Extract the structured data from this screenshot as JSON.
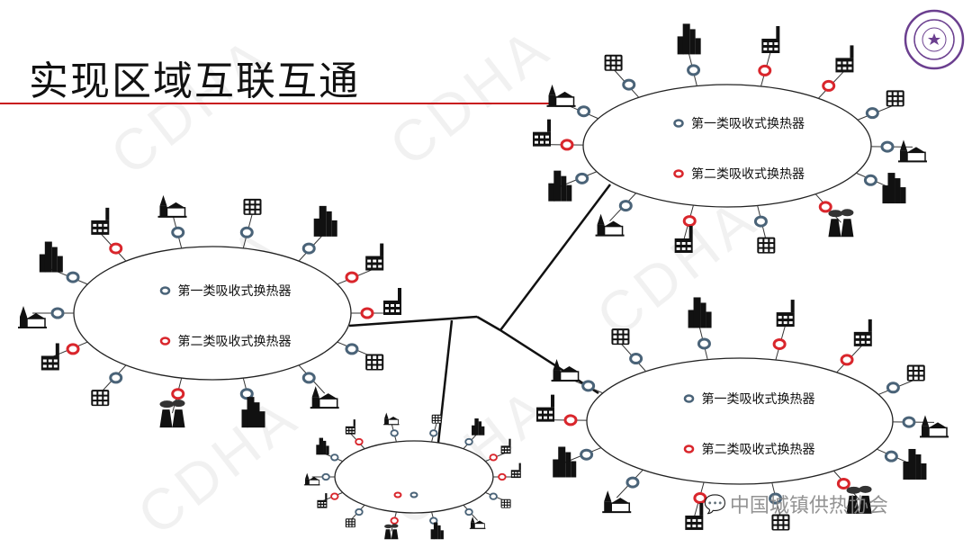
{
  "title": "实现区域互联互通",
  "watermark": "CDHA",
  "wechat_watermark": "中国城镇供热协会",
  "colors": {
    "accent_red": "#c8161d",
    "marker_blue": "#4a6378",
    "marker_red": "#d9262c",
    "logo_purple": "#6b3f8f"
  },
  "legend": {
    "type1": "第一类吸收式换热器",
    "type2": "第二类吸收式换热器"
  },
  "networks": [
    {
      "id": "left",
      "show_labels": true,
      "nodes": [
        {
          "icon": "church",
          "marker": "blue"
        },
        {
          "icon": "skyscraper",
          "marker": "blue"
        },
        {
          "icon": "factory",
          "marker": "red"
        },
        {
          "icon": "church",
          "marker": "blue"
        },
        {
          "icon": "apartment",
          "marker": "blue"
        },
        {
          "icon": "skyscraper",
          "marker": "blue"
        },
        {
          "icon": "factory",
          "marker": "red"
        },
        {
          "icon": "factory",
          "marker": "red"
        },
        {
          "icon": "apartment",
          "marker": "blue"
        },
        {
          "icon": "church",
          "marker": "blue"
        },
        {
          "icon": "skyscraper",
          "marker": "blue"
        },
        {
          "icon": "power-plant",
          "marker": "red"
        },
        {
          "icon": "apartment",
          "marker": "blue"
        },
        {
          "icon": "factory",
          "marker": "red"
        }
      ]
    },
    {
      "id": "top-right",
      "show_labels": true,
      "nodes": [
        {
          "icon": "skyscraper",
          "marker": "blue"
        },
        {
          "icon": "factory",
          "marker": "red"
        },
        {
          "icon": "church",
          "marker": "blue"
        },
        {
          "icon": "apartment",
          "marker": "blue"
        },
        {
          "icon": "skyscraper",
          "marker": "blue"
        },
        {
          "icon": "factory",
          "marker": "red"
        },
        {
          "icon": "factory",
          "marker": "red"
        },
        {
          "icon": "apartment",
          "marker": "blue"
        },
        {
          "icon": "church",
          "marker": "blue"
        },
        {
          "icon": "skyscraper",
          "marker": "blue"
        },
        {
          "icon": "power-plant",
          "marker": "red"
        },
        {
          "icon": "apartment",
          "marker": "blue"
        },
        {
          "icon": "factory",
          "marker": "red"
        },
        {
          "icon": "church",
          "marker": "blue"
        }
      ]
    },
    {
      "id": "bottom-right",
      "show_labels": true,
      "nodes": [
        {
          "icon": "skyscraper",
          "marker": "blue"
        },
        {
          "icon": "factory",
          "marker": "red"
        },
        {
          "icon": "church",
          "marker": "blue"
        },
        {
          "icon": "apartment",
          "marker": "blue"
        },
        {
          "icon": "skyscraper",
          "marker": "blue"
        },
        {
          "icon": "factory",
          "marker": "red"
        },
        {
          "icon": "factory",
          "marker": "red"
        },
        {
          "icon": "apartment",
          "marker": "blue"
        },
        {
          "icon": "church",
          "marker": "blue"
        },
        {
          "icon": "skyscraper",
          "marker": "blue"
        },
        {
          "icon": "power-plant",
          "marker": "red"
        },
        {
          "icon": "apartment",
          "marker": "blue"
        },
        {
          "icon": "factory",
          "marker": "red"
        },
        {
          "icon": "church",
          "marker": "blue"
        }
      ]
    },
    {
      "id": "small",
      "show_labels": false,
      "nodes": [
        {
          "icon": "church",
          "marker": "blue"
        },
        {
          "icon": "skyscraper",
          "marker": "blue"
        },
        {
          "icon": "factory",
          "marker": "red"
        },
        {
          "icon": "church",
          "marker": "blue"
        },
        {
          "icon": "apartment",
          "marker": "blue"
        },
        {
          "icon": "skyscraper",
          "marker": "blue"
        },
        {
          "icon": "factory",
          "marker": "red"
        },
        {
          "icon": "factory",
          "marker": "red"
        },
        {
          "icon": "apartment",
          "marker": "blue"
        },
        {
          "icon": "church",
          "marker": "blue"
        },
        {
          "icon": "skyscraper",
          "marker": "blue"
        },
        {
          "icon": "power-plant",
          "marker": "red"
        },
        {
          "icon": "apartment",
          "marker": "blue"
        },
        {
          "icon": "factory",
          "marker": "red"
        }
      ]
    }
  ]
}
